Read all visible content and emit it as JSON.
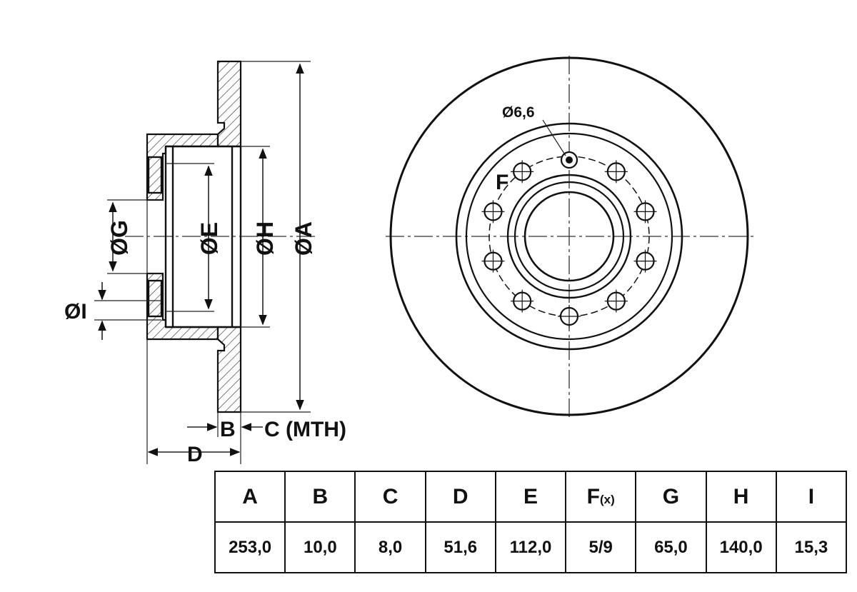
{
  "labels": {
    "dia_g": "ØG",
    "dia_e": "ØE",
    "dia_h": "ØH",
    "dia_a": "ØA",
    "dia_i": "ØI",
    "b": "B",
    "c_mth": "C (MTH)",
    "d": "D",
    "hole_dia": "Ø6,6",
    "f": "F"
  },
  "table": {
    "headers": [
      {
        "main": "A"
      },
      {
        "main": "B"
      },
      {
        "main": "C"
      },
      {
        "main": "D"
      },
      {
        "main": "E"
      },
      {
        "main": "F",
        "sub": "(x)"
      },
      {
        "main": "G"
      },
      {
        "main": "H"
      },
      {
        "main": "I"
      }
    ],
    "values": [
      "253,0",
      "10,0",
      "8,0",
      "51,6",
      "112,0",
      "5/9",
      "65,0",
      "140,0",
      "15,3"
    ]
  }
}
